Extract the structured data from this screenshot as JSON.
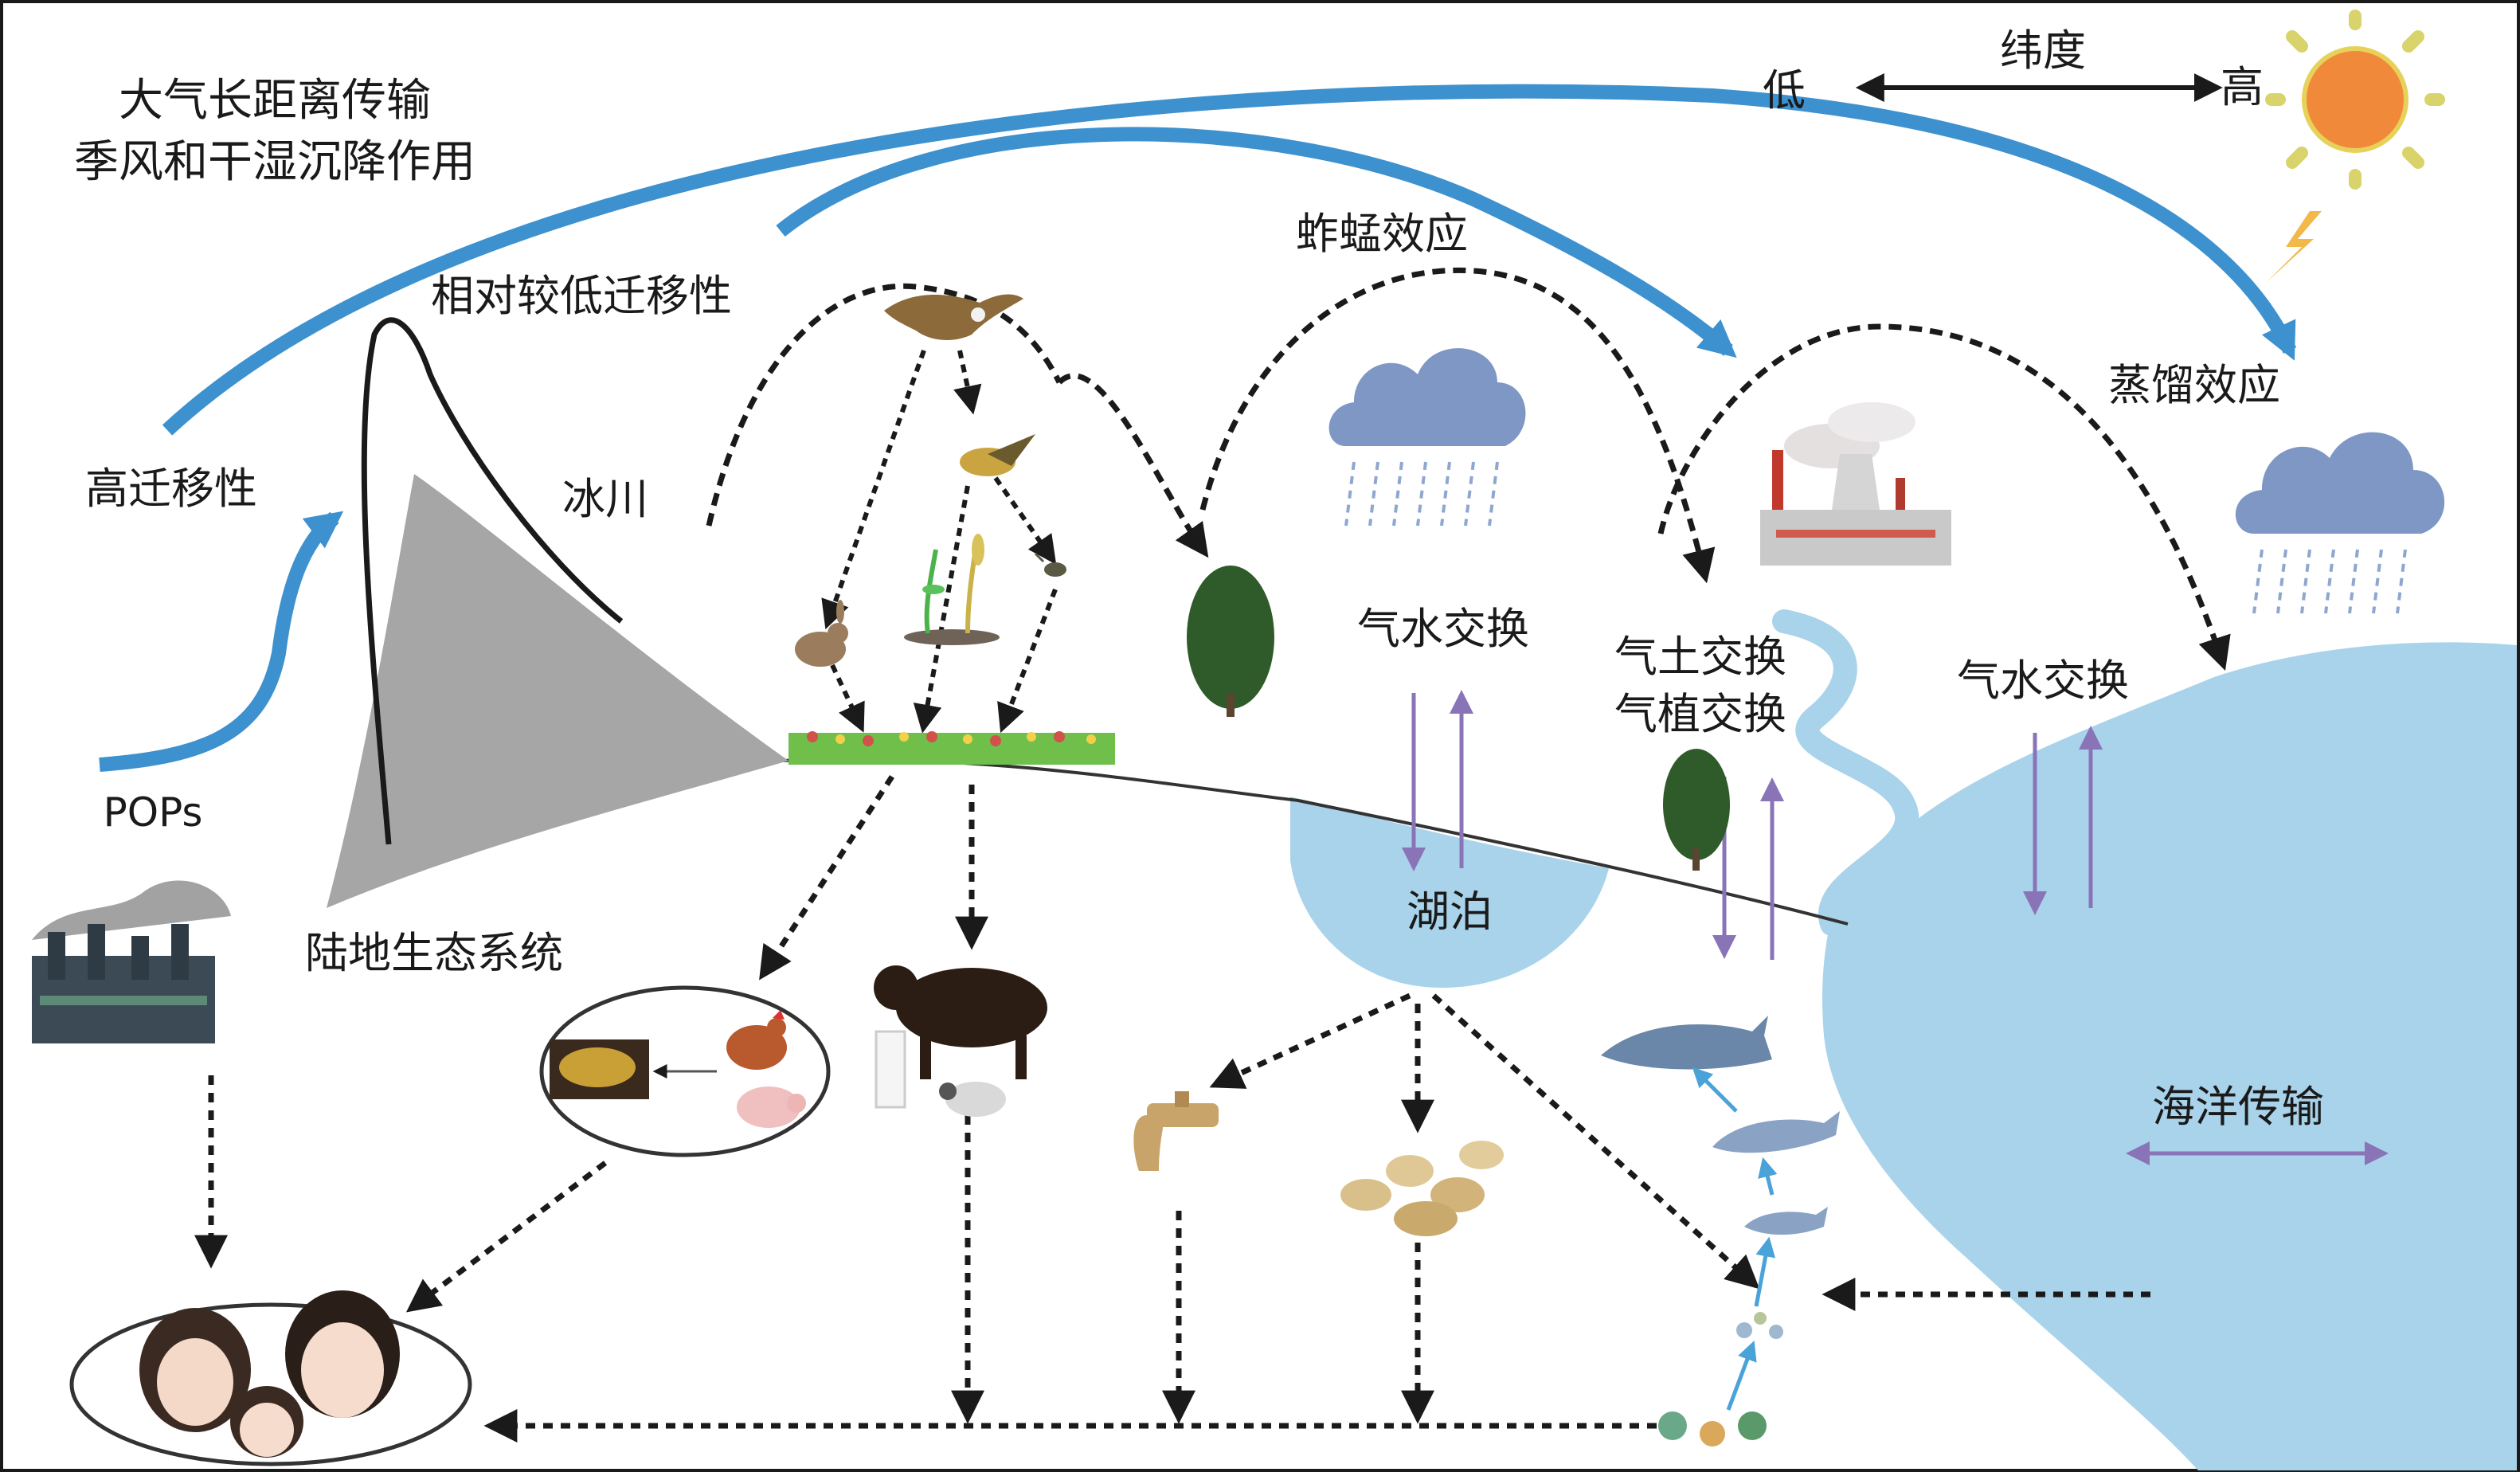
{
  "labels": {
    "atmos_line1": "大气长距离传输",
    "atmos_line2": "季风和干湿沉降作用",
    "latitude": "纬度",
    "lat_low": "低",
    "lat_high": "高",
    "hop_effect": "蚱蜢效应",
    "distill_effect": "蒸馏效应",
    "low_mobility": "相对较低迁移性",
    "high_mobility": "高迁移性",
    "glacier": "冰川",
    "pops": "POPs",
    "terrestrial": "陆地生态系统",
    "air_water_1": "气水交换",
    "air_soil": "气土交换",
    "air_plant": "气植交换",
    "air_water_2": "气水交换",
    "lake": "湖泊",
    "ocean_transport": "海洋传输"
  },
  "icons": [
    "sun-icon",
    "lightning-icon",
    "rain-cloud-icon",
    "factory-icon",
    "power-plant-icon",
    "eagle-icon",
    "bird-icon",
    "insect-icon",
    "rabbit-icon",
    "plant-sprout-icon",
    "tree-icon",
    "grass-strip-icon",
    "chicken-icon",
    "pig-icon",
    "grain-tray-icon",
    "ox-icon",
    "milk-glass-icon",
    "sheep-icon",
    "faucet-icon",
    "root-vegetable-icon",
    "shark-icon",
    "fish-icon",
    "plankton-icon",
    "human-family-icon"
  ],
  "colors": {
    "atmos_arrow": "#3d91cf",
    "water": "#a9d3ea",
    "exchange_arrow": "#8a74b8",
    "glacier": "#a6a6a6",
    "dotted": "#1a1a1a"
  }
}
